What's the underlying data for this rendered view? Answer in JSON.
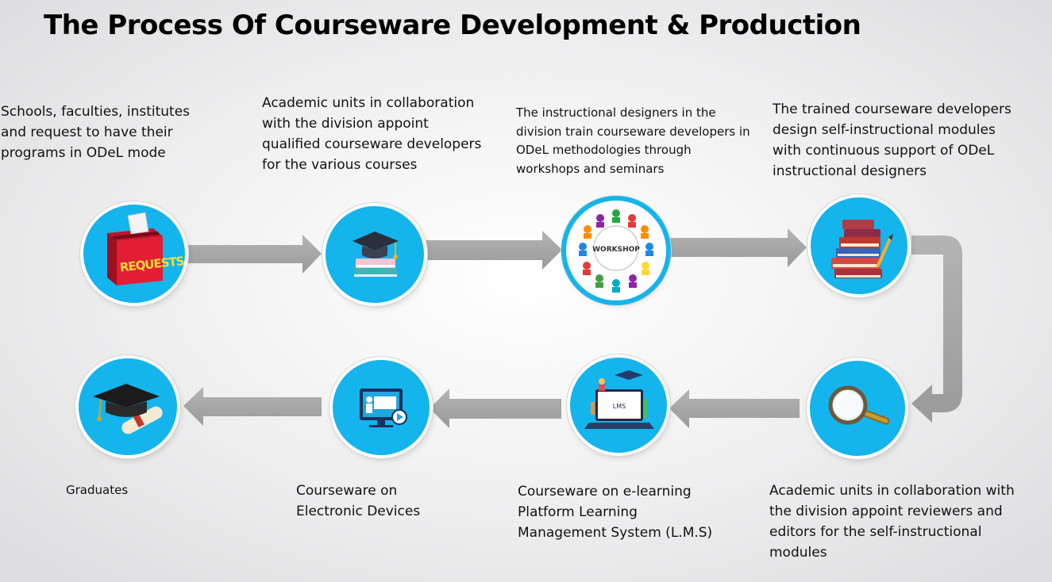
{
  "title": "The Process Of Courseware Development & Production",
  "steps": [
    {
      "id": "requests",
      "icon": "request-box-icon",
      "icon_text": "REQUESTS",
      "caption_lines": [
        "Schools, faculties, institutes",
        "and request to have their",
        "programs in ODeL mode"
      ]
    },
    {
      "id": "appoint-developers",
      "icon": "graduation-cap-books-icon",
      "caption_lines": [
        "Academic units in collaboration",
        "with the division appoint",
        "qualified courseware developers",
        "for the various courses"
      ]
    },
    {
      "id": "workshop",
      "icon": "workshop-people-circle-icon",
      "icon_text": "WORKSHOP",
      "caption_lines": [
        "The instructional designers in the",
        "division train courseware developers in",
        "ODeL methodologies through",
        "workshops and seminars"
      ]
    },
    {
      "id": "design-modules",
      "icon": "stack-of-books-icon",
      "caption_lines": [
        "The trained courseware developers",
        "design self-instructional modules",
        "with continuous support of ODeL",
        "instructional designers"
      ]
    },
    {
      "id": "review",
      "icon": "magnifying-glass-icon",
      "caption_lines": [
        "Academic units in collaboration with",
        "the division appoint reviewers and",
        "editors for the self-instructional",
        "modules"
      ]
    },
    {
      "id": "lms",
      "icon": "laptop-lms-icon",
      "icon_text": "LMS",
      "caption_lines": [
        "Courseware on e-learning",
        "Platform Learning",
        "Management System (L.M.S)"
      ]
    },
    {
      "id": "electronic-devices",
      "icon": "monitor-teacher-icon",
      "caption_lines": [
        "Courseware on",
        "Electronic Devices"
      ]
    },
    {
      "id": "graduates",
      "icon": "mortarboard-diploma-icon",
      "caption_lines": [
        "Graduates"
      ]
    }
  ],
  "colors": {
    "circle": "#14b4ec",
    "arrow": "#a6a6a6",
    "title": "#000000"
  }
}
